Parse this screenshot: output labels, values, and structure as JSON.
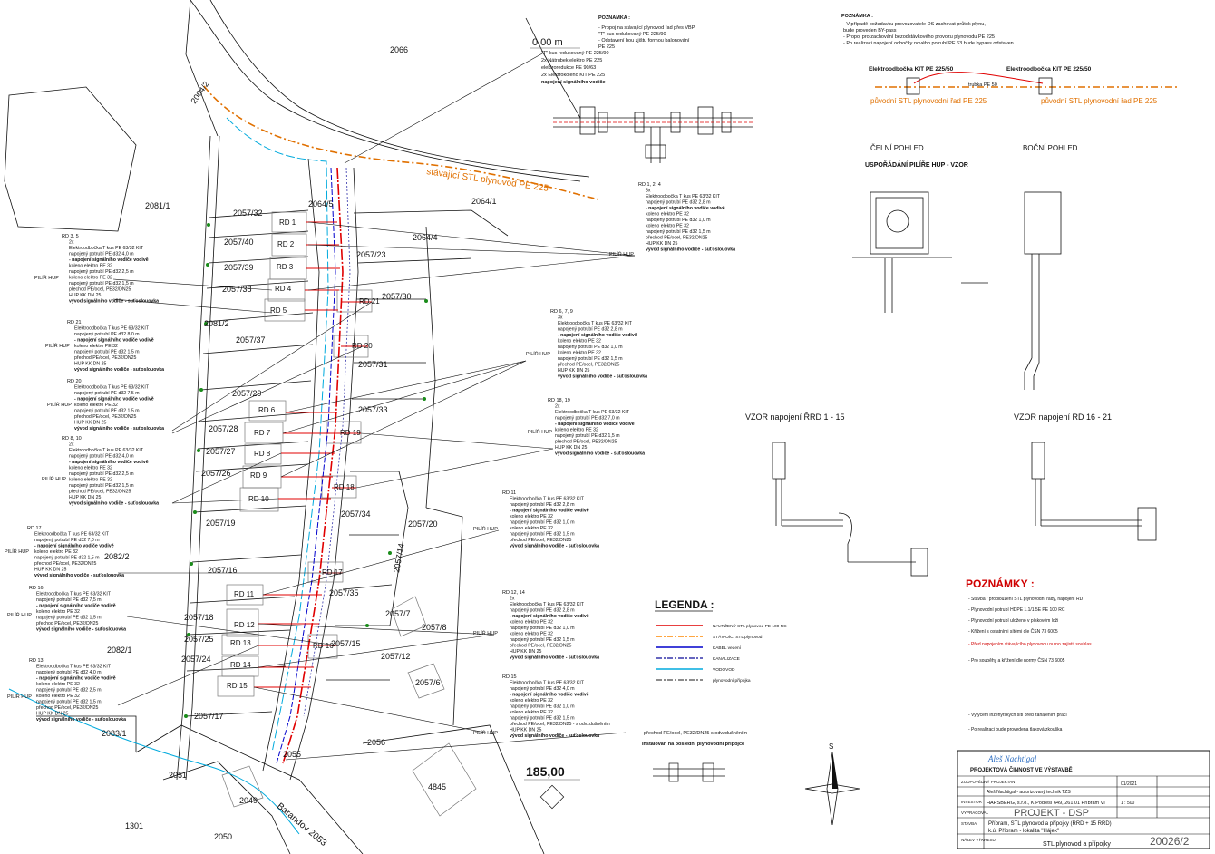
{
  "top_notes": {
    "left_title": "POZNÁMKA :",
    "left_lines": [
      "- Propoj na stávající plynovod řad přes VBP",
      "  \"T\" kus redukovaný PE 225/90",
      "- Odstavení bou zjištu formou balonování",
      "  PE 225"
    ],
    "right_title": "POZNÁMKA :",
    "right_lines": [
      "- V případě požadavku provozovatele DS zachovat průtok plynu,",
      "  bude proveden BY-pass",
      "- Propoj pro zachování bezodstávkového provozu plynovodu PE 225",
      "- Po realizaci napojení odbočky nového potrubí PE 63 bude bypass odstaven"
    ]
  },
  "chainage": {
    "start": "0,00 m",
    "end": "185,00"
  },
  "tee_spec": {
    "title": "\"T\" kus redukovaný PE 225/90",
    "lines": [
      "2x Nátrubek elektro PE 225",
      "elektroredukce PE 90/63",
      "2x Elektrokoleno KIT PE 225",
      "napojení signálního vodiče"
    ]
  },
  "kit_detail": {
    "left": "Elektroodbočka KIT PE 225/50",
    "right": "Elektroodbočka KIT PE 225/50",
    "pipe_label": "trubka PE 50",
    "main_left": "původní STL plynovodní řad PE 225",
    "main_right": "původní STL plynovodní řad PE 225"
  },
  "views": {
    "front": "ČELNÍ POHLED",
    "side": "BOČNÍ POHLED",
    "pillar_title": "USPOŘÁDÁNÍ PILÍŘE HUP - VZOR"
  },
  "vzor": {
    "left": "VZOR napojení ŘRD 1 - 15",
    "right": "VZOR napojení RD 16 - 21"
  },
  "poznamky": {
    "title": "POZNÁMKY :",
    "lines": [
      "- Stavba / prodloužení STL plynovodní řady, napojení RD",
      "- Plynovodní potrubí HDPE 1.1/1.5E PE 100 RC",
      "- Plynovodní potrubí uloženo v pískovém loži",
      "- Křížení s ostatními sítěmi dle ČSN 73 6005",
      "- Před napojením stávajícího plynovodu nutno zajistit souhlas",
      "- Pro souběhy a křížení dle normy ČSN 73 6005",
      "- Vytyčení inženýrských sítí před zahájením prací",
      "- Po realizaci bude provedena tlaková zkouška"
    ]
  },
  "legend": {
    "title": "LEGENDA :",
    "items": [
      {
        "label": "NAVRŽENÝ STL plynovod PE 100 RC",
        "color": "#e00000"
      },
      {
        "label": "STÁVAJÍCÍ STL plynovod",
        "color": "#ff8800"
      },
      {
        "label": "KABEL vedení",
        "color": "#0000cc"
      },
      {
        "label": "KANALIZACE",
        "color": "#3333aa"
      },
      {
        "label": "VODOVOD",
        "color": "#00aadd"
      },
      {
        "label": "plynovodní přípojka",
        "color": "#666666"
      }
    ]
  },
  "existing_pipe_label": "stávající STL plynovod PE 225",
  "parcels": [
    "2066",
    "2064/2",
    "2081/1",
    "2064/5",
    "2064/1",
    "2064/4",
    "2057/32",
    "2057/40",
    "2057/39",
    "2057/38",
    "2057/23",
    "2057/30",
    "2081/2",
    "2057/37",
    "2057/31",
    "2057/29",
    "2057/33",
    "2057/28",
    "2057/27",
    "2057/26",
    "2057/19",
    "2057/34",
    "2057/20",
    "2057/16",
    "2057/14",
    "2057/35",
    "2057/18",
    "2057/7",
    "2057/8",
    "2057/25",
    "2057/15",
    "2057/12",
    "2057/24",
    "2057/6",
    "2057/17",
    "2082/2",
    "2082/1",
    "2083/1",
    "2055",
    "2056",
    "2051",
    "2049",
    "2050",
    "4845",
    "2053",
    "1301"
  ],
  "houses": [
    "RD 1",
    "RD 2",
    "RD 3",
    "RD 4",
    "RD 5",
    "RD 6",
    "RD 7",
    "RD 8",
    "RD 9",
    "RD 10",
    "RD 11",
    "RD 12",
    "RD 13",
    "RD 14",
    "RD 15",
    "RD 16",
    "RD 17",
    "RD 18",
    "RD 19",
    "RD 20",
    "RD 21"
  ],
  "street": "Barandov 2053",
  "blocks": [
    {
      "title": "RD 1, 2, 4",
      "lines": [
        "3x",
        "Elektroodbočka T kus PE 63/32 KIT",
        "napojený potrubí PE d32 2,8 m",
        "- napojení signálního vodiče vodivě",
        "koleno elektro PE 32",
        "napojený potrubí PE d32 1,0 m",
        "koleno elektro PE 32",
        "napojený potrubí PE d32 1,5 m",
        "přechod PE/ocel, PE32/DN25",
        "HUP KK DN 25",
        "vývod signálního vodiče - suťoslouovka"
      ],
      "hup": "PILÍŘ HUP"
    },
    {
      "title": "RD 3, 5",
      "lines": [
        "2x",
        "Elektroodbočka T kus PE 63/32 KIT",
        "napojený potrubí PE d32 4,0 m",
        "- napojení signálního vodiče vodivě",
        "koleno elektro PE 32",
        "napojený potrubí PE d32 2,5 m",
        "koleno elektro PE 32",
        "napojený potrubí PE d32 1,5 m",
        "přechod PE/ocel, PE32/DN25",
        "HUP KK DN 25",
        "vývod signálního vodiče - suťoslouovka"
      ],
      "hup": "PILÍŘ HUP"
    },
    {
      "title": "RD 6, 7, 9",
      "lines": [
        "3x",
        "Elektroodbočka T kus PE 63/32 KIT",
        "napojený potrubí PE d32 2,8 m",
        "- napojení signálního vodiče vodivě",
        "koleno elektro PE 32",
        "napojený potrubí PE d32 1,0 m",
        "koleno elektro PE 32",
        "napojený potrubí PE d32 1,5 m",
        "přechod PE/ocel, PE32/DN25",
        "HUP KK DN 25",
        "vývod signálního vodiče - suťoslouovka"
      ],
      "hup": "PILÍŘ HUP"
    },
    {
      "title": "RD 21",
      "lines": [
        "Elektroodbočka T kus PE 63/32 KIT",
        "napojený potrubí PE d32 8,0 m",
        "- napojení signálního vodiče vodivě",
        "koleno elektro PE 32",
        "napojený potrubí PE d32 1,5 m",
        "přechod PE/ocel, PE32/DN25",
        "HUP KK DN 25",
        "vývod signálního vodiče - suťoslouovka"
      ],
      "hup": "PILÍŘ HUP"
    },
    {
      "title": "RD 20",
      "lines": [
        "Elektroodbočka T kus PE 63/32 KIT",
        "napojený potrubí PE d32 7,5 m",
        "- napojení signálního vodiče vodivě",
        "koleno elektro PE 32",
        "napojený potrubí PE d32 1,5 m",
        "přechod PE/ocel, PE32/DN25",
        "HUP KK DN 25",
        "vývod signálního vodiče - suťoslouovka"
      ],
      "hup": "PILÍŘ HUP"
    },
    {
      "title": "RD 18, 19",
      "lines": [
        "2x",
        "Elektroodbočka T kus PE 63/32 KIT",
        "napojený potrubí PE d32 7,0 m",
        "- napojení signálního vodiče vodivě",
        "koleno elektro PE 32",
        "napojený potrubí PE d32 1,5 m",
        "přechod PE/ocel, PE32/DN25",
        "HUP KK DN 25",
        "vývod signálního vodiče - suťoslouovka"
      ],
      "hup": "PILÍŘ HUP"
    },
    {
      "title": "RD 8, 10",
      "lines": [
        "2x",
        "Elektroodbočka T kus PE 63/32 KIT",
        "napojený potrubí PE d32 4,0 m",
        "- napojení signálního vodiče vodivě",
        "koleno elektro PE 32",
        "napojený potrubí PE d32 2,5 m",
        "koleno elektro PE 32",
        "napojený potrubí PE d32 1,5 m",
        "přechod PE/ocel, PE32/DN25",
        "HUP KK DN 25",
        "vývod signálního vodiče - suťoslouovka"
      ],
      "hup": "PILÍŘ HUP"
    },
    {
      "title": "RD 11",
      "lines": [
        "Elektroodbočka T kus PE 63/32 KIT",
        "napojený potrubí PE d32 2,8 m",
        "- napojení signálního vodiče vodivě",
        "koleno elektro PE 32",
        "napojený potrubí PE d32 1,0 m",
        "koleno elektro PE 32",
        "napojený potrubí PE d32 1,5 m",
        "přechod PE/ocel, PE32/DN25",
        "vývod signálního vodiče - suťoslouovka"
      ],
      "hup": "PILÍŘ HUP"
    },
    {
      "title": "RD 17",
      "lines": [
        "Elektroodbočka T kus PE 63/32 KIT",
        "napojený potrubí PE d32 7,0 m",
        "- napojení signálního vodiče vodivě",
        "koleno elektro PE 32",
        "napojený potrubí PE d32 1,5 m",
        "přechod PE/ocel, PE32/DN25",
        "HUP KK DN 25",
        "vývod signálního vodiče - suťoslouovka"
      ],
      "hup": "PILÍŘ HUP"
    },
    {
      "title": "RD 12, 14",
      "lines": [
        "2x",
        "Elektroodbočka T kus PE 63/32 KIT",
        "napojený potrubí PE d32 2,8 m",
        "- napojení signálního vodiče vodivě",
        "koleno elektro PE 32",
        "napojený potrubí PE d32 1,0 m",
        "koleno elektro PE 32",
        "napojený potrubí PE d32 1,5 m",
        "přechod PE/ocel, PE32/DN25",
        "HUP KK DN 25",
        "vývod signálního vodiče - suťoslouovka"
      ],
      "hup": "PILÍŘ HUP"
    },
    {
      "title": "RD 16",
      "lines": [
        "Elektroodbočka T kus PE 63/32 KIT",
        "napojený potrubí PE d32 7,5 m",
        "- napojení signálního vodiče vodivě",
        "koleno elektro PE 32",
        "napojený potrubí PE d32 1,5 m",
        "přechod PE/ocel, PE32/DN25",
        "vývod signálního vodiče - suťoslouovka"
      ],
      "hup": "PILÍŘ HUP"
    },
    {
      "title": "RD 13",
      "lines": [
        "Elektroodbočka T kus PE 63/32 KIT",
        "napojený potrubí PE d32 4,0 m",
        "- napojení signálního vodiče vodivě",
        "koleno elektro PE 32",
        "napojený potrubí PE d32 2,5 m",
        "koleno elektro PE 32",
        "napojený potrubí PE d32 1,5 m",
        "přechod PE/ocel, PE32/DN25",
        "HUP KK DN 25",
        "vývod signálního vodiče - suťoslouovka"
      ],
      "hup": "PILÍŘ HUP"
    },
    {
      "title": "RD 15",
      "lines": [
        "Elektroodbočka T kus PE 63/32 KIT",
        "napojený potrubí PE d32 4,0 m",
        "- napojení signálního vodiče vodivě",
        "koleno elektro PE 32",
        "napojený potrubí PE d32 1,0 m",
        "koleno elektro PE 32",
        "napojený potrubí PE d32 1,5 m",
        "přechod PE/ocel, PE32/DN25 - s odvzdušněním",
        "HUP KK DN 25",
        "vývod signálního vodiče - suťoslouovka"
      ],
      "hup": "PILÍŘ HUP"
    }
  ],
  "transition_note": {
    "line1": "přechod PE/ocel, PE32/DN25 s odvzdušněním",
    "line2": "Instalován na poslední plynovodní přípojce"
  },
  "title_block": {
    "company": "Aleš Nachtigal",
    "tagline": "PROJEKTOVÁ ČINNOST VE VÝSTAVBĚ",
    "role1": "ZODPOVĚDNÝ PROJEKTANT",
    "person": "Aleš Nachtigal - autorizovaný technik TZS",
    "investor_label": "INVESTOR",
    "investor": "HARSBERG, s.r.o., K Podlesí 649, 261 01 Příbram VI",
    "drew_label": "VYPRACOVAL",
    "project": "PROJEKT - DSP",
    "stavba_label": "STAVBA",
    "stavba": "Příbram, STL plynovod a přípojky (ŘRD + 15 RRD)",
    "kat": "k.ú. Příbram - lokalita \"Hájek\"",
    "drawing_label": "NÁZEV VÝKRESU",
    "drawing": "STL plynovod a přípojky",
    "number": "20026/2",
    "date": "01/2021",
    "scale": "1 : 500"
  },
  "north": "S"
}
